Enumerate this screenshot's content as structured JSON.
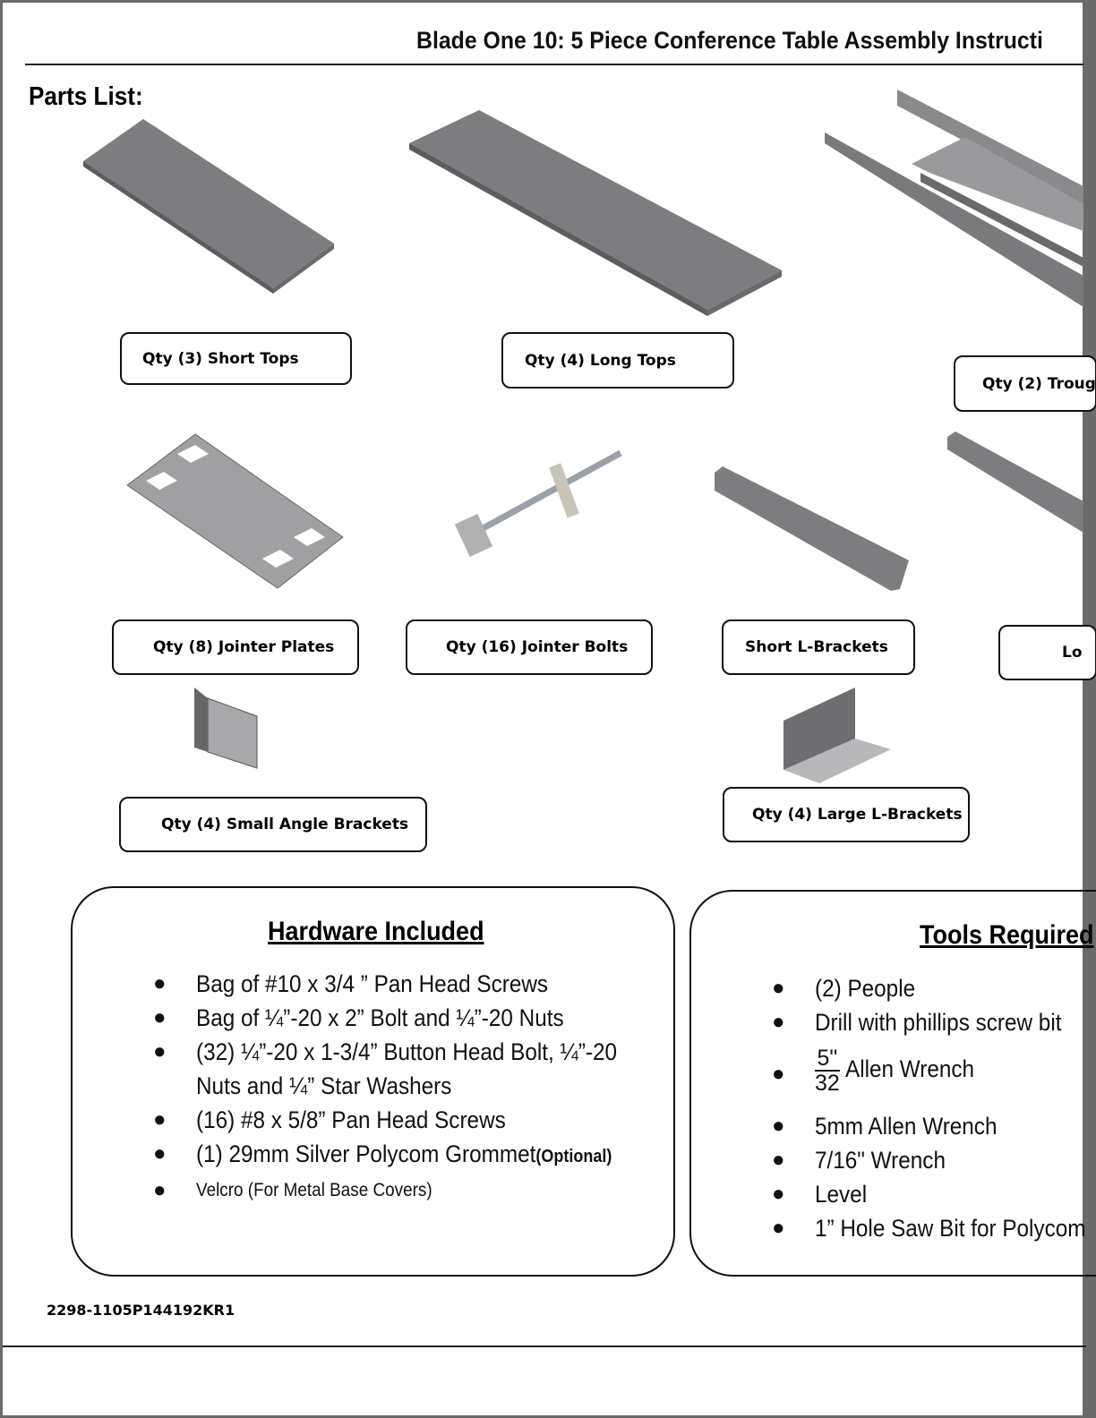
{
  "header": {
    "title": "Blade One 10: 5 Piece Conference Table Assembly Instructi"
  },
  "parts_list": {
    "heading": "Parts List:",
    "items": [
      {
        "label": "Qty (3) Short Tops",
        "icon": "short-top"
      },
      {
        "label": "Qty (4) Long Tops",
        "icon": "long-top"
      },
      {
        "label": "Qty (2) Troug",
        "icon": "trough"
      },
      {
        "label": "Qty (8) Jointer Plates",
        "icon": "jointer-plate"
      },
      {
        "label": "Qty (16) Jointer Bolts",
        "icon": "jointer-bolt"
      },
      {
        "label": "Short L-Brackets",
        "icon": "short-l-bracket"
      },
      {
        "label": "Lo",
        "icon": "long-l-bracket"
      },
      {
        "label": "Qty (4) Small Angle Brackets",
        "icon": "small-angle-bracket"
      },
      {
        "label": "Qty (4) Large L-Brackets",
        "icon": "large-l-bracket"
      }
    ]
  },
  "hardware": {
    "title": "Hardware Included",
    "items": [
      "Bag of #10 x 3/4 ” Pan Head Screws",
      "Bag of ¼”-20 x 2” Bolt and ¼”-20 Nuts",
      "(32) ¼”-20 x 1-3/4” Button Head Bolt, ¼”-20",
      "Nuts and ¼” Star Washers",
      "(16)  #8 x 5/8” Pan Head Screws",
      "(1) 29mm Silver Polycom Grommet",
      "(Optional)",
      "Velcro (For  Metal Base Covers)"
    ]
  },
  "tools": {
    "title": "Tools Required",
    "items": [
      "(2) People",
      "Drill with phillips screw bit",
      "5\"",
      "32",
      "Allen Wrench",
      "5mm Allen Wrench",
      "7/16\" Wrench",
      "Level",
      "1” Hole Saw Bit for Polycom"
    ]
  },
  "footer": {
    "code": "2298-1105P144192KR1"
  }
}
